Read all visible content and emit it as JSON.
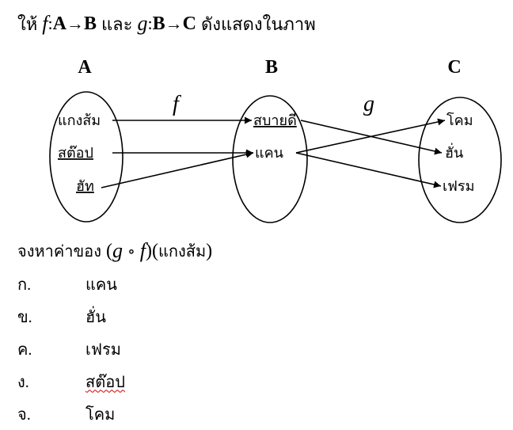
{
  "intro": {
    "prefix": "ให้",
    "f": "f",
    "colon1": ":",
    "A": "A",
    "arrow1": "→",
    "B1": "B",
    "and": "และ",
    "g": "g",
    "colon2": ":",
    "B2": "B",
    "arrow2": "→",
    "C": "C",
    "suffix": "ดังแสดงในภาพ"
  },
  "diagram": {
    "set_a": {
      "label": "A",
      "elements": [
        "แกงส้ม",
        "สต๊อป",
        "ฮัท"
      ]
    },
    "set_b": {
      "label": "B",
      "elements": [
        "สบายดี",
        "แคน"
      ]
    },
    "set_c": {
      "label": "C",
      "elements": [
        "โคม",
        "ฮั่น",
        "เฟรม"
      ]
    },
    "f_label": "f",
    "g_label": "g",
    "mapping_f": [
      {
        "from": "แกงส้ม",
        "to": "สบายดี"
      },
      {
        "from": "สต๊อป",
        "to": "แคน"
      },
      {
        "from": "ฮัท",
        "to": "แคน"
      }
    ],
    "mapping_g": [
      {
        "from": "สบายดี",
        "to": "ฮั่น"
      },
      {
        "from": "แคน",
        "to": "โคม"
      },
      {
        "from": "แคน",
        "to": "เฟรม"
      }
    ]
  },
  "question": {
    "prefix": "จงหาค่าของ",
    "open": "(",
    "g": "g",
    "compose": "∘",
    "f": "f",
    "close_open": ")(",
    "arg": "แกงส้ม",
    "close": ")"
  },
  "options": [
    {
      "key": "ก.",
      "text": "แคน"
    },
    {
      "key": "ข.",
      "text": "ฮั่น"
    },
    {
      "key": "ค.",
      "text": "เฟรม"
    },
    {
      "key": "ง.",
      "text": "สต๊อป"
    },
    {
      "key": "จ.",
      "text": "โคม"
    }
  ]
}
